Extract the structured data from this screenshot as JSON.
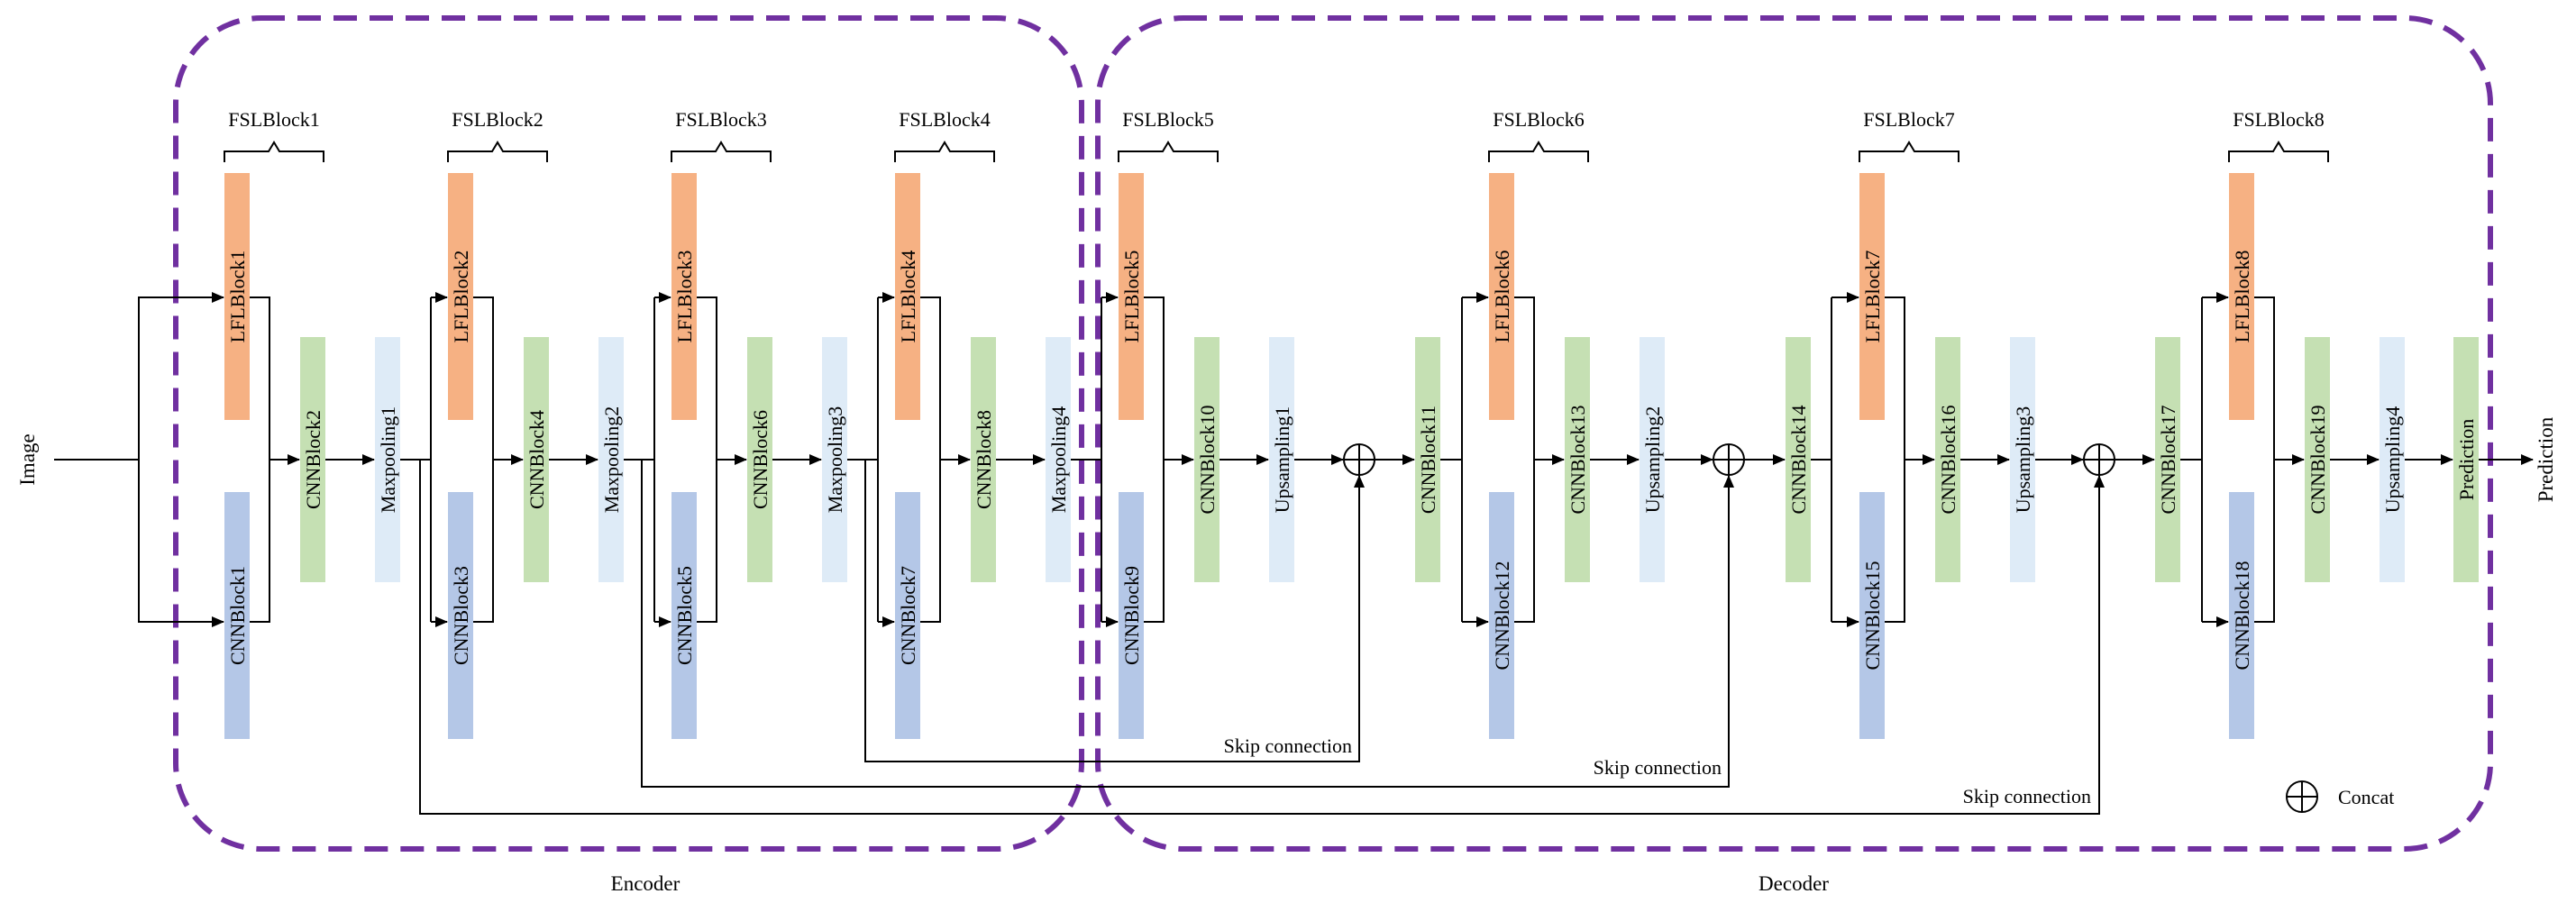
{
  "colors": {
    "lfl": "#f6b183",
    "cnn_blue": "#b4c7e7",
    "cnn_green": "#c5e0b3",
    "pool": "#deebf7",
    "border": "#7030a0",
    "wire": "#000000"
  },
  "labels": {
    "input": "Image",
    "output": "Prediction",
    "encoder": "Encoder",
    "decoder": "Decoder",
    "skip": "Skip connection",
    "concat": "Concat"
  },
  "fsl": [
    "FSLBlock1",
    "FSLBlock2",
    "FSLBlock3",
    "FSLBlock4",
    "FSLBlock5",
    "FSLBlock6",
    "FSLBlock7",
    "FSLBlock8"
  ],
  "lfl": [
    "LFLBlock1",
    "LFLBlock2",
    "LFLBlock3",
    "LFLBlock4",
    "LFLBlock5",
    "LFLBlock6",
    "LFLBlock7",
    "LFLBlock8"
  ],
  "cnn_lower": [
    "CNNBlock1",
    "CNNBlock3",
    "CNNBlock5",
    "CNNBlock7",
    "CNNBlock9",
    "CNNBlock12",
    "CNNBlock15",
    "CNNBlock18"
  ],
  "cnn_after": [
    "CNNBlock2",
    "CNNBlock4",
    "CNNBlock6",
    "CNNBlock8",
    "CNNBlock10",
    "CNNBlock13",
    "CNNBlock16",
    "CNNBlock19"
  ],
  "pool_after": [
    "Maxpooling1",
    "Maxpooling2",
    "Maxpooling3",
    "Maxpooling4",
    "Upsampling1",
    "Upsampling2",
    "Upsampling3",
    "Upsampling4"
  ],
  "cnn_pre": [
    "CNNBlock11",
    "CNNBlock14",
    "CNNBlock17"
  ],
  "final": "Prediction"
}
